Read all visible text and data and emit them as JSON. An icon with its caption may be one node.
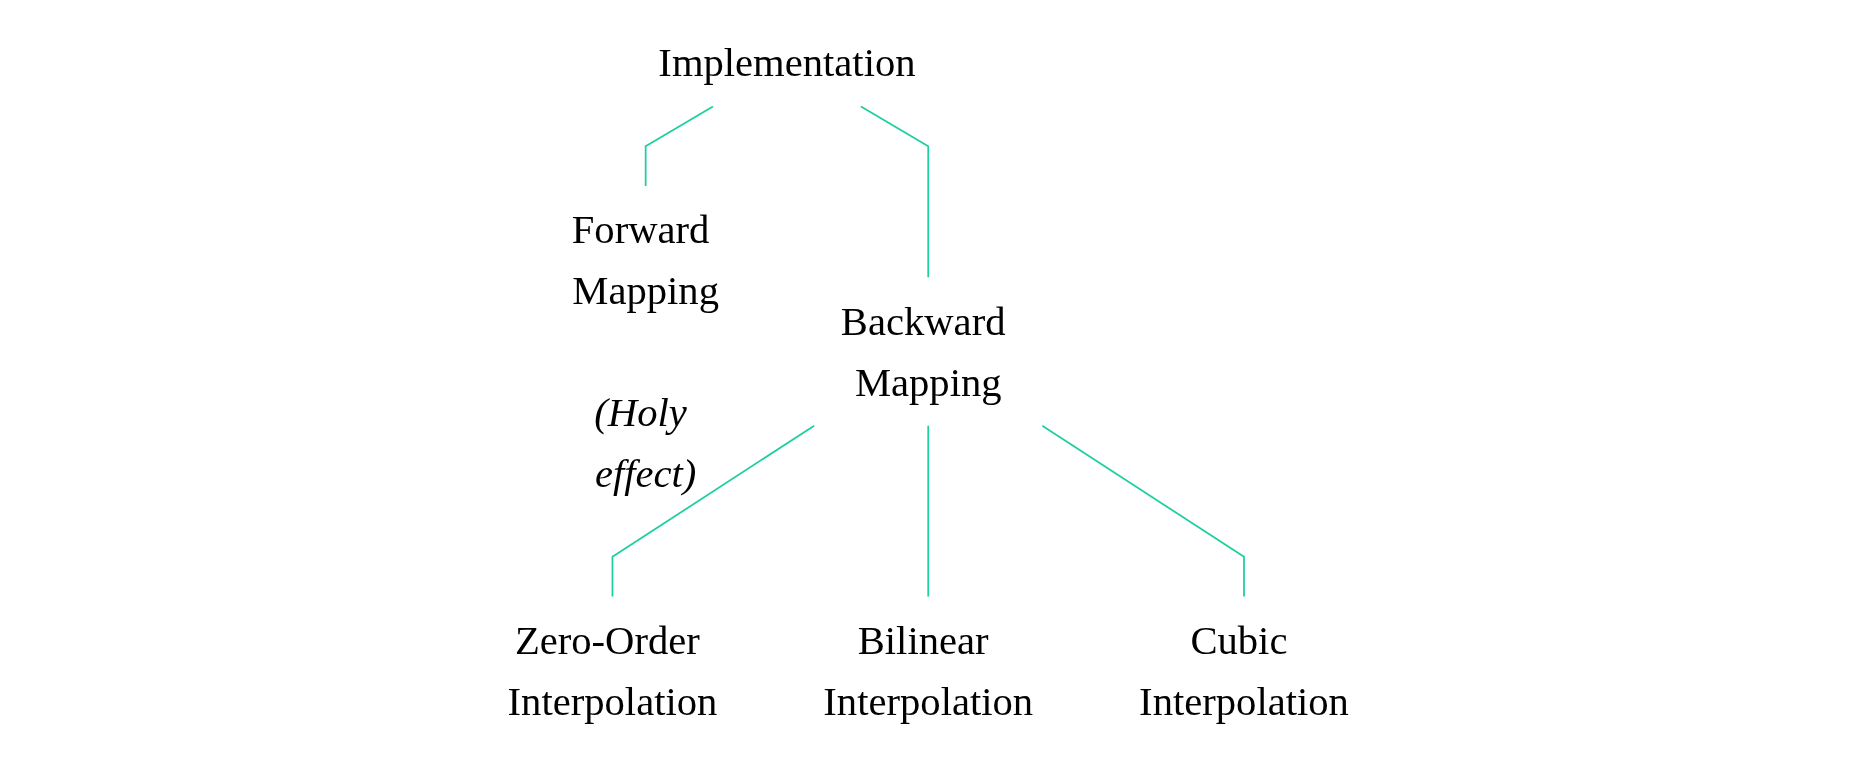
{
  "diagram": {
    "nodes": [
      {
        "text": [
          "Implementation"
        ]
      },
      {
        "text": [
          "Forward Mapping"
        ],
        "beside": [
          "(Holy effect)"
        ]
      },
      {
        "text": [
          "Backward Mapping"
        ]
      },
      {
        "text": [
          "Zero-Order Interpolation"
        ]
      },
      {
        "text": [
          "Bilinear Interpolation"
        ]
      },
      {
        "text": [
          "Cubic Interpolation"
        ]
      }
    ],
    "edges": [
      {
        "from": 0,
        "to": 1,
        "arrow": "none"
      },
      {
        "from": 0,
        "to": 2,
        "arrow": "none"
      },
      {
        "from": 2,
        "to": 3,
        "arrow": "none"
      },
      {
        "from": 2,
        "to": 4,
        "arrow": "none"
      },
      {
        "from": 2,
        "to": 5,
        "arrow": "none"
      }
    ]
  }
}
